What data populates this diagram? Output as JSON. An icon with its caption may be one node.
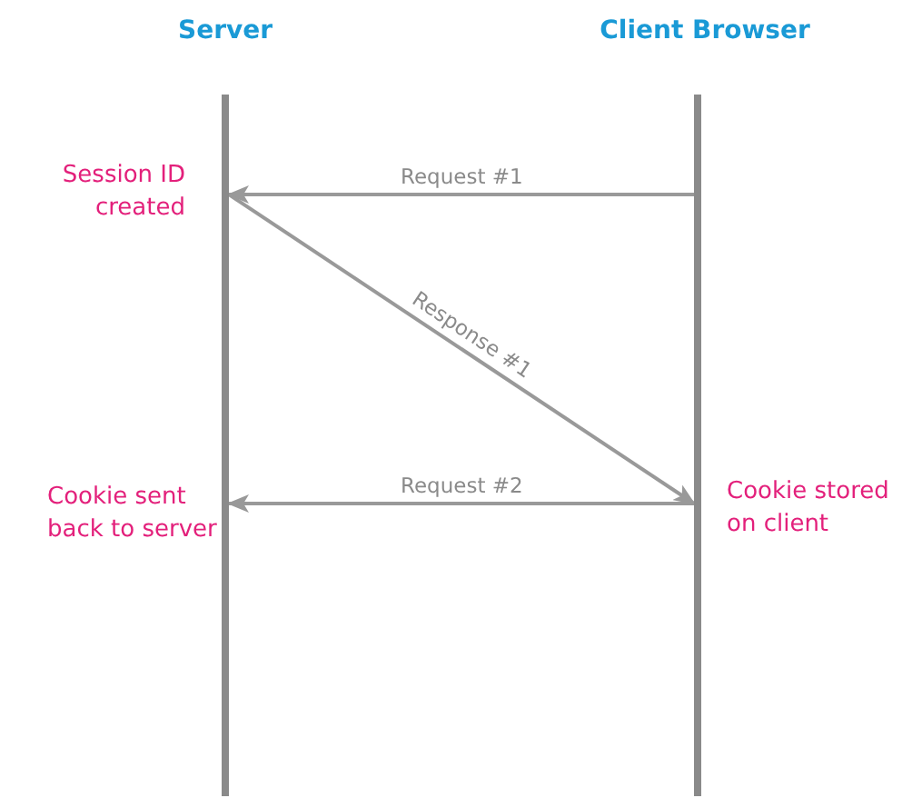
{
  "diagram": {
    "nodes": [
      {
        "text": [
          "Server"
        ]
      },
      {
        "text": [
          "Client Browser"
        ]
      }
    ],
    "edges": [
      {
        "from": 1,
        "to": 0,
        "arrow": "to",
        "label": "Request #1"
      },
      {
        "from": 0,
        "to": 1,
        "arrow": "to",
        "label": "Response #1"
      },
      {
        "from": 1,
        "to": 0,
        "arrow": "to",
        "label": "Request #2"
      }
    ],
    "labels": [
      "Session ID created",
      "Cookie sent back to server",
      "Cookie stored on client"
    ]
  }
}
